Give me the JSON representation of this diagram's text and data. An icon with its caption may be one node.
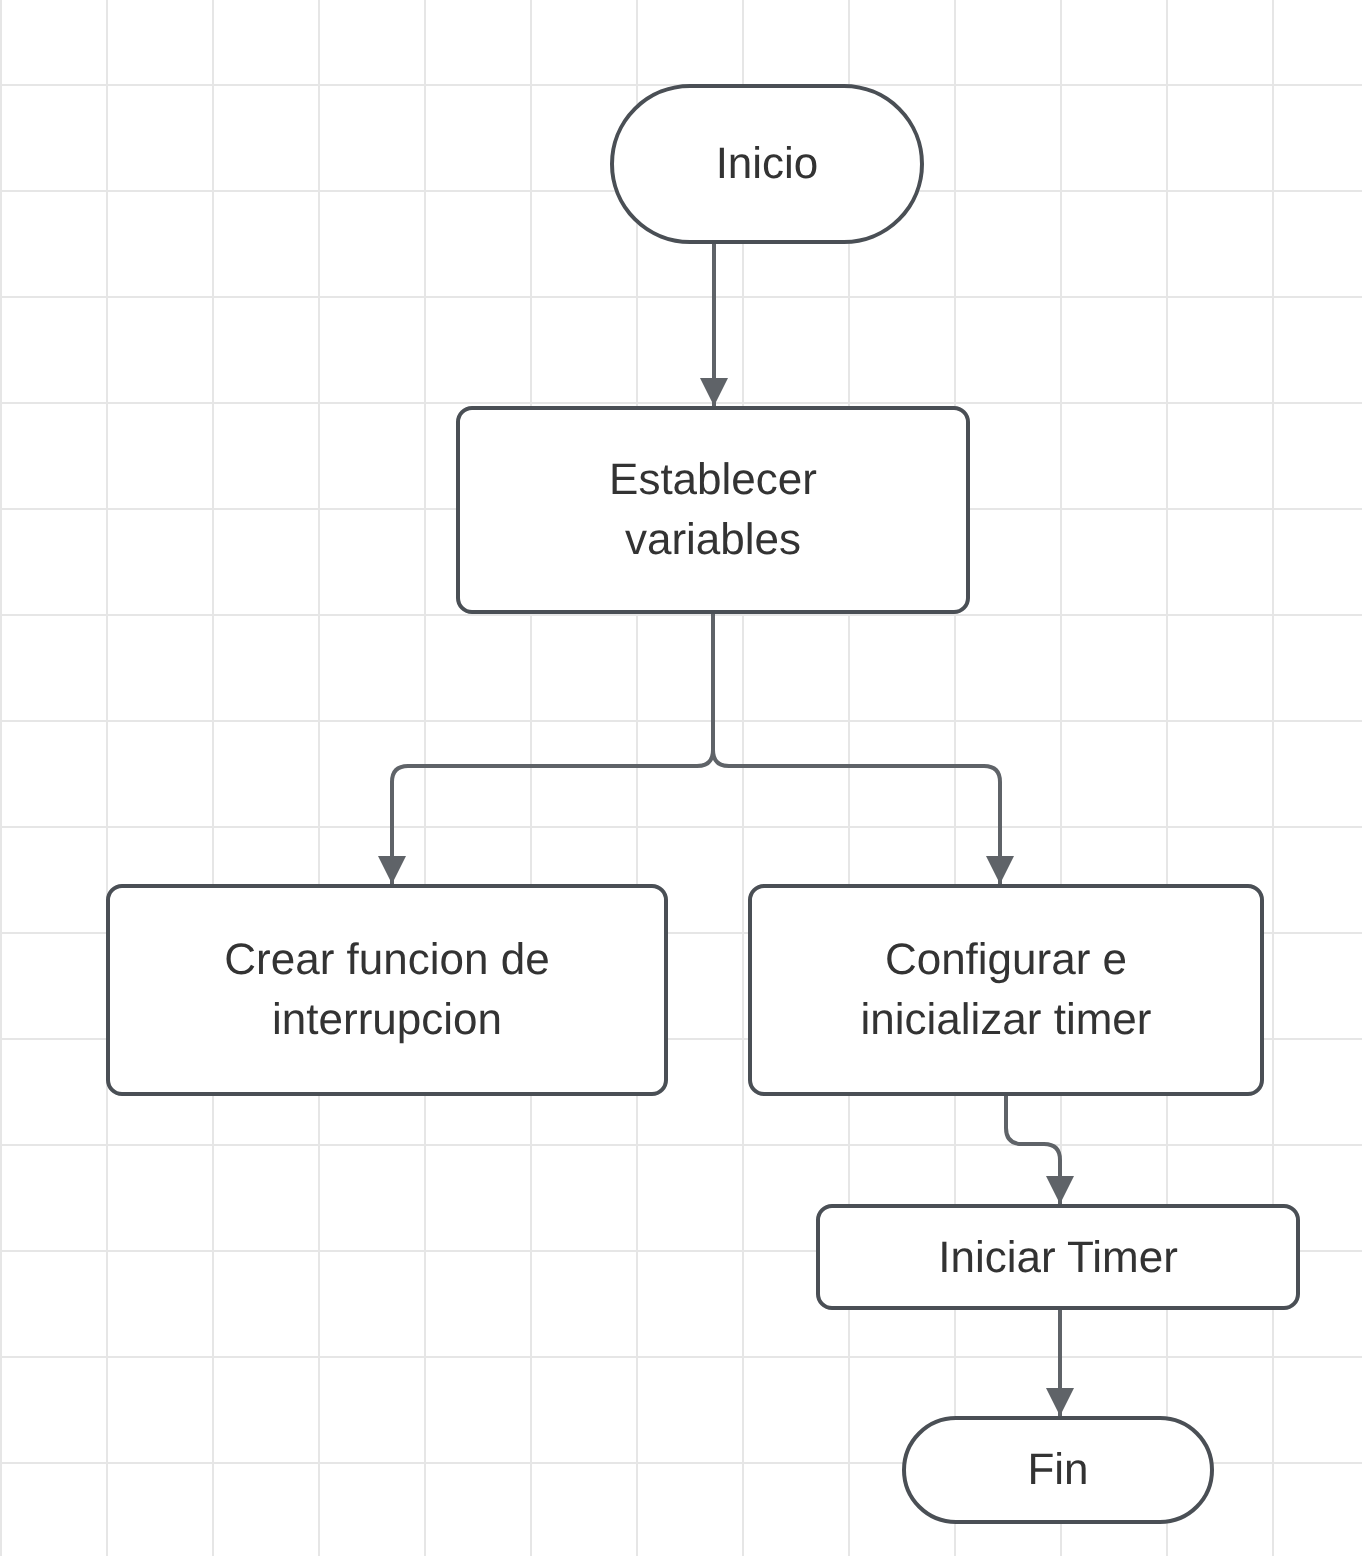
{
  "diagram": {
    "nodes": [
      {
        "text": [
          "Inicio"
        ]
      },
      {
        "text": [
          "Establecer variables"
        ]
      },
      {
        "text": [
          "Crear funcion de interrupcion"
        ]
      },
      {
        "text": [
          "Configurar e inicializar timer"
        ]
      },
      {
        "text": [
          "Iniciar Timer"
        ]
      },
      {
        "text": [
          "Fin"
        ]
      }
    ],
    "edges": [
      {
        "from": 0,
        "to": 1,
        "arrow": "to"
      },
      {
        "from": 1,
        "to": 2,
        "arrow": "to"
      },
      {
        "from": 1,
        "to": 3,
        "arrow": "to"
      },
      {
        "from": 3,
        "to": 4,
        "arrow": "to"
      },
      {
        "from": 4,
        "to": 5,
        "arrow": "to"
      }
    ]
  }
}
